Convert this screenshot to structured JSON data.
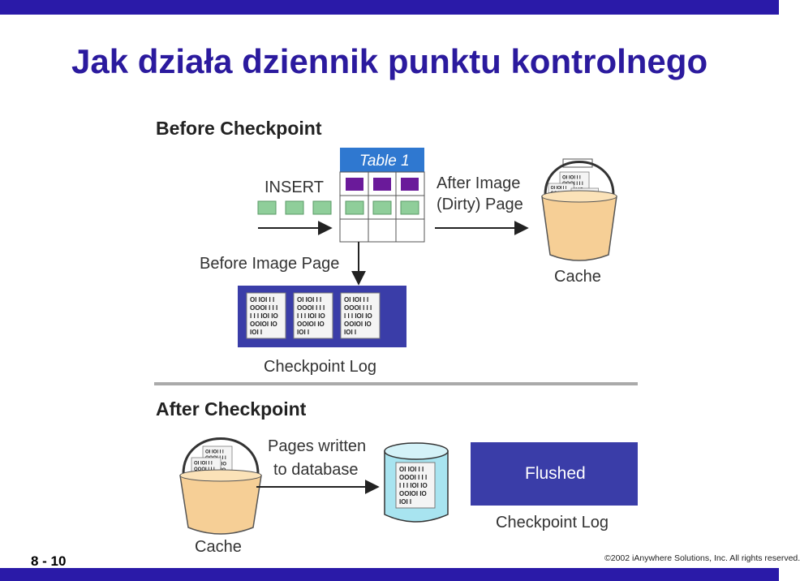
{
  "slide": {
    "title": "Jak działa dziennik punktu kontrolnego",
    "number": "8 - 10",
    "copyright": "©2002 iAnywhere Solutions, Inc. All rights reserved."
  },
  "diagram": {
    "before_heading": "Before Checkpoint",
    "insert_label": "INSERT",
    "table_label": "Table 1",
    "after_image_line1": "After Image",
    "after_image_line2": "(Dirty) Page",
    "cache_label": "Cache",
    "before_image_label": "Before Image Page",
    "checkpoint_log_label": "Checkpoint Log",
    "after_heading": "After Checkpoint",
    "pages_written_line1": "Pages written",
    "pages_written_line2": "to database",
    "cache_label_2": "Cache",
    "flushed_label": "Flushed",
    "checkpoint_log_label_2": "Checkpoint Log",
    "page_bits": [
      "OI IOI I I",
      "OOOI I I I",
      "I I I IOI IO",
      "OOIOI IO",
      "IOI I"
    ]
  },
  "colors": {
    "brand_blue": "#2a1aa8",
    "log_blue": "#3a3da8",
    "table_header_blue": "#2f78d0",
    "dirty_purple": "#6a1a9a",
    "row_green": "#8fce9a",
    "bucket_orange": "#f6cf96",
    "db_teal": "#a8e4f0",
    "page_tan": "#c8b39a"
  }
}
